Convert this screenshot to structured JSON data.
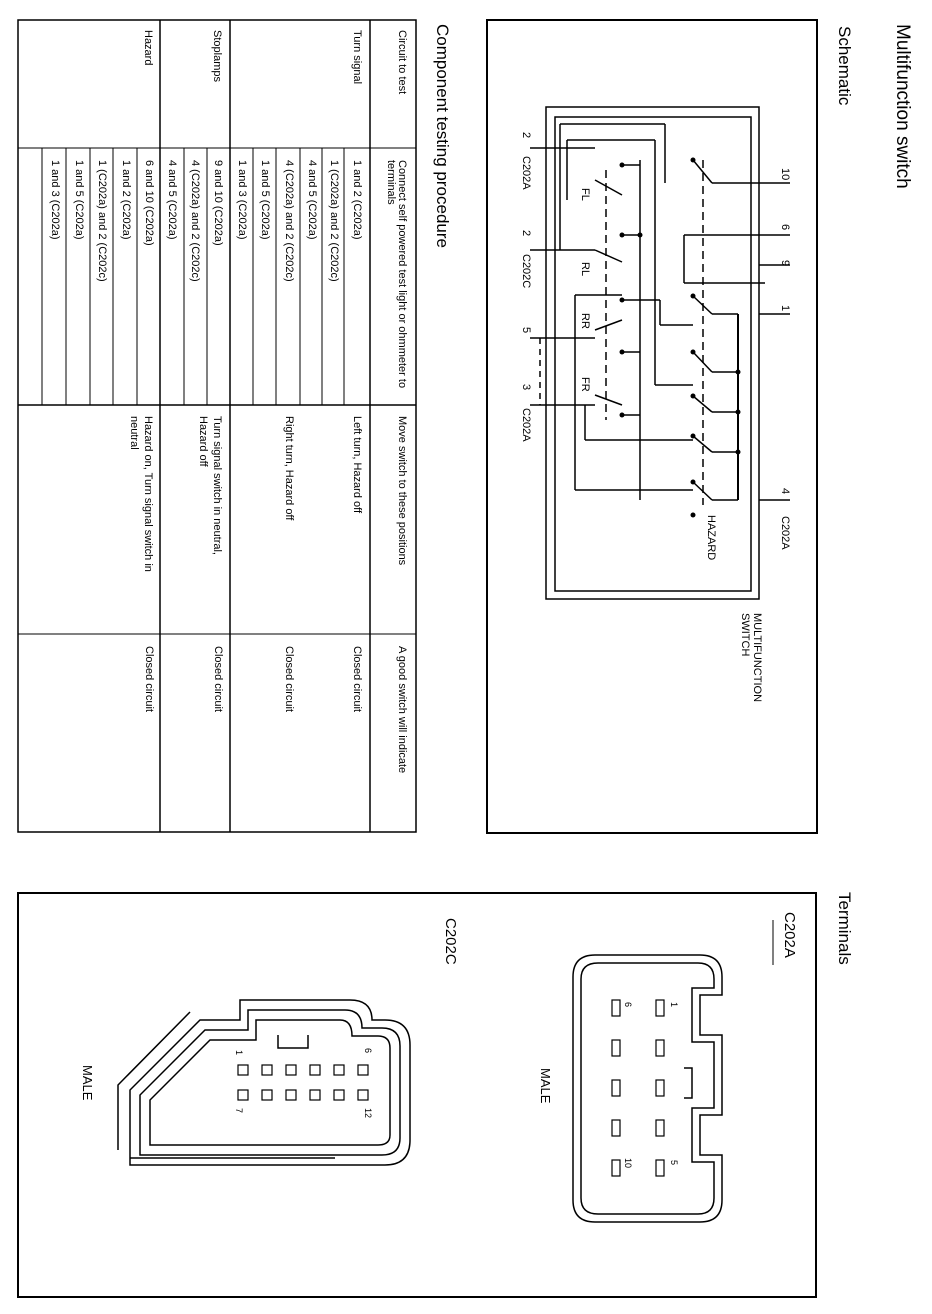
{
  "page": {
    "title": "Multifunction switch",
    "schematic_heading": "Schematic",
    "terminals_heading": "Terminals",
    "procedure_heading": "Component testing procedure"
  },
  "schematic": {
    "switch_label": [
      "MULTIFUNCTION",
      "SWITCH"
    ],
    "hazard_label": "HAZARD",
    "top_pins": [
      "10",
      "6",
      "9",
      "1",
      "4"
    ],
    "top_connector": "C202A",
    "bottom_pins": [
      {
        "pin": "2",
        "conn": "C202A"
      },
      {
        "pin": "2",
        "conn": "C202C"
      },
      {
        "pin": "5",
        "conn": ""
      },
      {
        "pin": "3",
        "conn": "C202A"
      }
    ],
    "lamp_labels": [
      "FL",
      "RL",
      "RR",
      "FR"
    ]
  },
  "table": {
    "headers": [
      "Circuit to test",
      "Connect self powered test light or ohmmeter to terminals",
      "Move switch to these positions",
      "A good switch will indicate"
    ],
    "groups": [
      {
        "circuit": "Turn signal",
        "rows": [
          {
            "terminals": "1 and 2 (C202a)",
            "position": "Left turn, Hazard off",
            "result": "Closed circuit"
          },
          {
            "terminals": "1 (C202a) and 2 (C202c)",
            "position": "",
            "result": ""
          },
          {
            "terminals": "4 and 5 (C202a)",
            "position": "",
            "result": ""
          },
          {
            "terminals": "4 (C202a) and 2 (C202c)",
            "position": "Right turn, Hazard off",
            "result": "Closed circuit"
          },
          {
            "terminals": "1 and 5 (C202a)",
            "position": "",
            "result": ""
          },
          {
            "terminals": "1 and 3 (C202a)",
            "position": "",
            "result": ""
          }
        ]
      },
      {
        "circuit": "Stoplamps",
        "rows": [
          {
            "terminals": "9 and 10 (C202a)",
            "position": "Turn signal switch in neutral, Hazard off",
            "result": "Closed circuit"
          },
          {
            "terminals": "4 (C202a) and 2 (C202c)",
            "position": "",
            "result": ""
          },
          {
            "terminals": "4 and 5 (C202a)",
            "position": "",
            "result": ""
          }
        ]
      },
      {
        "circuit": "Hazard",
        "rows": [
          {
            "terminals": "6 and 10 (C202a)",
            "position": "Hazard on, Turn signal switch in neutral",
            "result": "Closed circuit"
          },
          {
            "terminals": "1 and 2 (C202a)",
            "position": "",
            "result": ""
          },
          {
            "terminals": "1 (C202a) and 2 (C202c)",
            "position": "",
            "result": ""
          },
          {
            "terminals": "1 and 5 (C202a)",
            "position": "",
            "result": ""
          },
          {
            "terminals": "1 and 3 (C202a)",
            "position": "",
            "result": ""
          }
        ]
      }
    ]
  },
  "connectors": {
    "c202a": {
      "name": "C202A",
      "gender": "MALE",
      "pin_labels": [
        "1",
        "6",
        "5",
        "10"
      ]
    },
    "c202c": {
      "name": "C202C",
      "gender": "MALE",
      "pin_labels": [
        "6",
        "12",
        "1",
        "7"
      ]
    }
  }
}
